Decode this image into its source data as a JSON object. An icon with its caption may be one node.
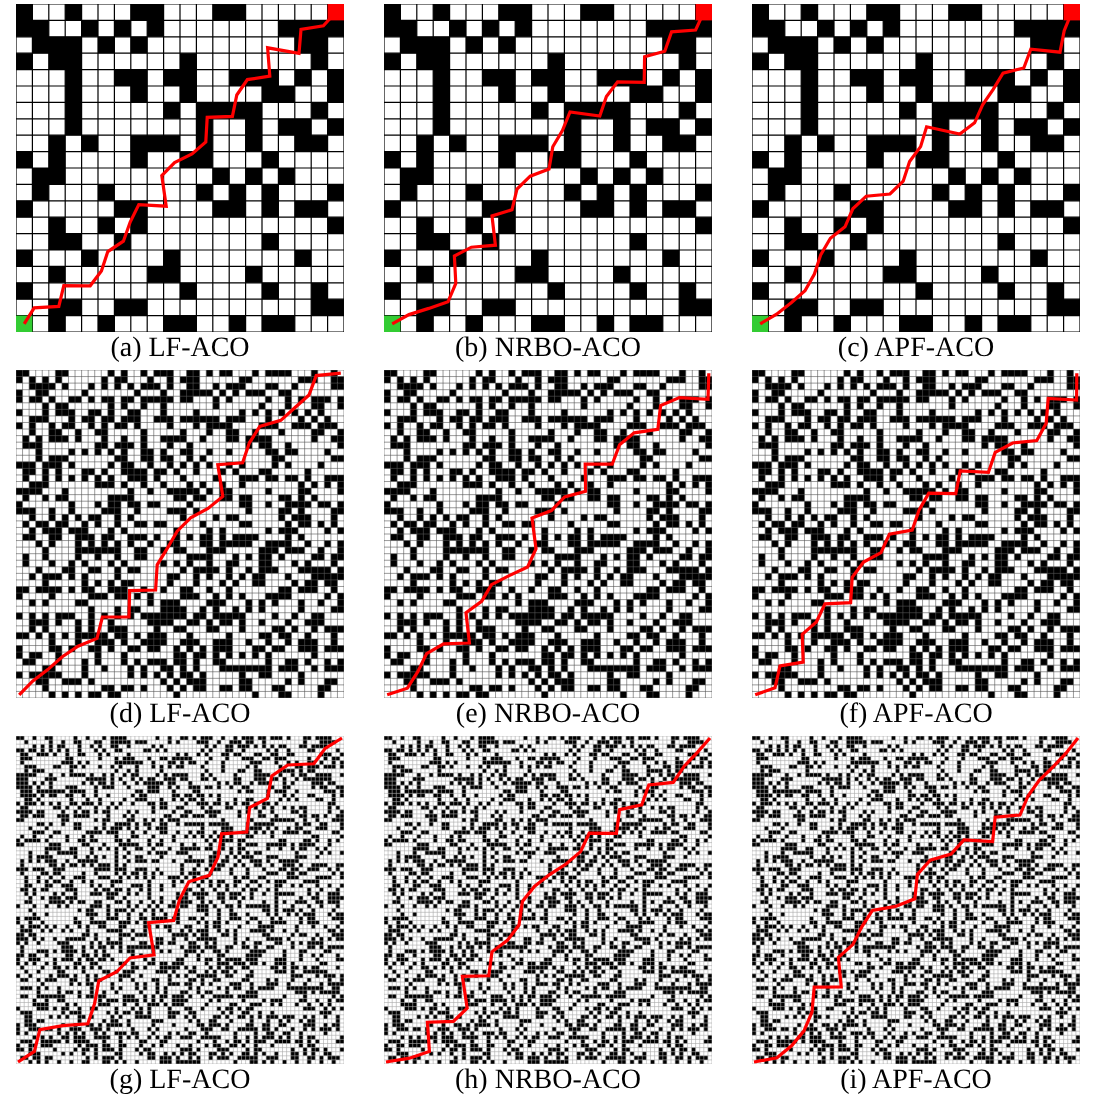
{
  "diagram": {
    "labels": [
      "(a) LF-ACO",
      "(b) NRBO-ACO",
      "(c) APF-ACO",
      "(d) LF-ACO",
      "(e) NRBO-ACO",
      "(f) APF-ACO",
      "(g) LF-ACO",
      "(h) NRBO-ACO",
      "(i) APF-ACO"
    ]
  }
}
